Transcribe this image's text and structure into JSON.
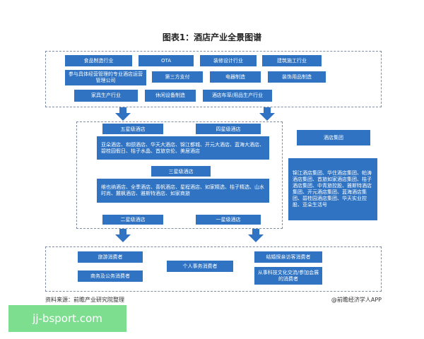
{
  "title": "图表1：酒店产业全景图谱",
  "upstream": {
    "row1": [
      "食品制造行业",
      "OTA",
      "装修设计行业",
      "建筑施工行业"
    ],
    "row2": [
      "参与具体经营管理的专业酒店运营管理公司",
      "第三方支付",
      "电器制造",
      "装饰用品制造"
    ],
    "row3": [
      "家具生产行业",
      "休闲设备制造",
      "酒店布草/用品生产行业"
    ]
  },
  "midstream": {
    "five_star": {
      "label": "五星级酒店",
      "brands": "亚朵酒店、和颐酒店、华天大酒店、锦江都城、开元大酒店、蓝海大酒店、碧桂园假日、桔子水晶、首旅京伦、美居酒店"
    },
    "four_star": {
      "label": "四星级酒店"
    },
    "three_star": {
      "label": "三星级酒店",
      "brands": "维也纳酒店、全季酒店、喜帆酒店、星程酒店、如家精选、桔子精选、山水时尚、麓枫酒店、雅斯特酒店、如家商旅"
    },
    "two_star": {
      "label": "二星级酒店"
    },
    "one_star": {
      "label": "一星级酒店"
    }
  },
  "group": {
    "label": "酒店集团",
    "members": "锦江酒店集团、华住酒店集团、帕涛酒店集团、首旅如家酒店集团、桔子酒店集团、中青旅控股、雅斯特酒店集团、开元酒店集团、蓝海酒店集团、碧桂园酒店集团、华天实业控股、亚朵生活号"
  },
  "downstream": {
    "leisure": "旅游消费者",
    "business": "商务及公务消费者",
    "personal": "个人事务消费者",
    "explore": "结婚探亲访客消费者",
    "tech": "从事科技文化交流/参加会展的消费者"
  },
  "footer": {
    "source": "资料来源：前瞻产业研究院整理",
    "credit": "@前瞻经济学人APP"
  },
  "badge": "jj-bsport.com",
  "colors": {
    "box": "#2f73c2",
    "dash": "#7f8da3",
    "badge": "#7dde8f"
  }
}
